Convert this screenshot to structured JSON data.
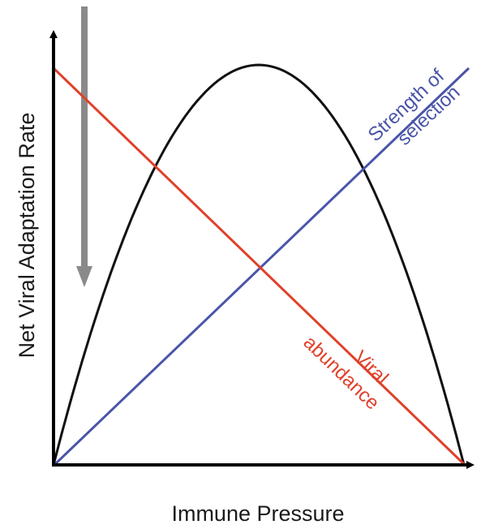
{
  "axes": {
    "x_label": "Immune Pressure",
    "y_label": "Net Viral Adaptation Rate"
  },
  "curves": {
    "adaptation": {
      "color": "#111111"
    },
    "selection": {
      "label_line1": "Strength of",
      "label_line2": "selection",
      "color": "#4a55a8"
    },
    "abundance": {
      "label_line1": "Viral",
      "label_line2": "abundance",
      "color": "#e0402a"
    }
  },
  "indicator": {
    "direction": "down",
    "color": "#8a8a8a"
  },
  "colors": {
    "axis": "#000000"
  }
}
